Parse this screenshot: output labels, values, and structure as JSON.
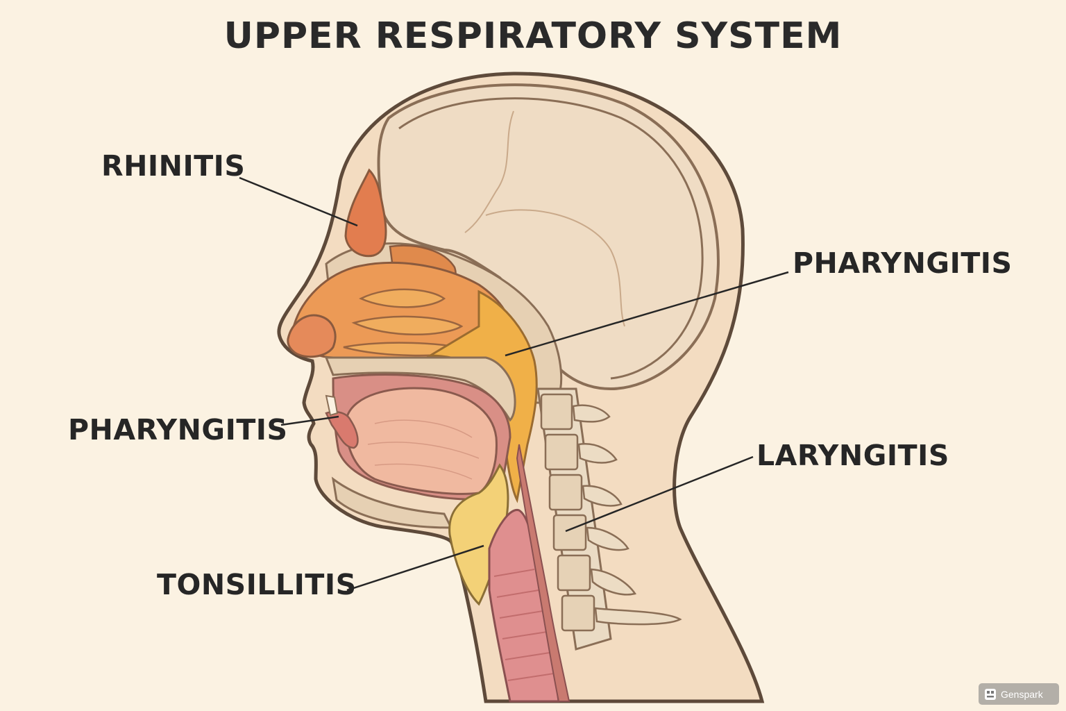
{
  "title": "UPPER RESPIRATORY SYSTEM",
  "labels": {
    "rhinitis": "RHINITIS",
    "pharyngitis_right": "PHARYNGITIS",
    "pharyngitis_left": "PHARYNGITIS",
    "laryngitis": "LARYNGITIS",
    "tonsillitis": "TONSILLITIS"
  },
  "watermark": "Genspark",
  "colors": {
    "background": "#fbf2e2",
    "skin": "#f3dcc1",
    "bone": "#ead6bb",
    "nasal_cavity": "#ec9a56",
    "sinus": "#e27d4f",
    "pharynx": "#f0b048",
    "tongue": "#f0b9a0",
    "epiglottis": "#f3d177",
    "trachea": "#df8f8f",
    "outline": "#5e4a3a"
  }
}
